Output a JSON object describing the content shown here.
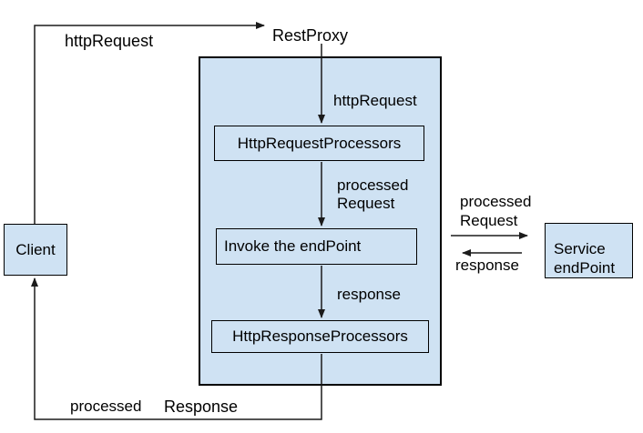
{
  "colors": {
    "box_fill": "#cfe2f3",
    "border": "#000000",
    "line": "#1b1b1b",
    "text": "#000000",
    "background": "#ffffff"
  },
  "nodes": {
    "client": {
      "label": "Client"
    },
    "rest_proxy": {
      "label": "RestProxy"
    },
    "http_request_processors": {
      "label": "HttpRequestProcessors"
    },
    "invoke_endpoint": {
      "label": "Invoke the endPoint"
    },
    "http_response_processors": {
      "label": "HttpResponseProcessors"
    },
    "service_endpoint": {
      "line1": "Service",
      "line2": "endPoint"
    }
  },
  "edges": {
    "client_to_restproxy": {
      "label": "httpRequest"
    },
    "restproxy_to_request_processors": {
      "label": "httpRequest"
    },
    "request_processors_to_invoke": {
      "line1": "processed",
      "line2": "Request"
    },
    "invoke_to_response_processors": {
      "label": "response"
    },
    "restproxy_to_service": {
      "line1": "processed",
      "line2": "Request"
    },
    "service_to_restproxy": {
      "label": "response"
    },
    "response_processors_to_client": {
      "word1": "processed",
      "word2": "Response"
    }
  }
}
